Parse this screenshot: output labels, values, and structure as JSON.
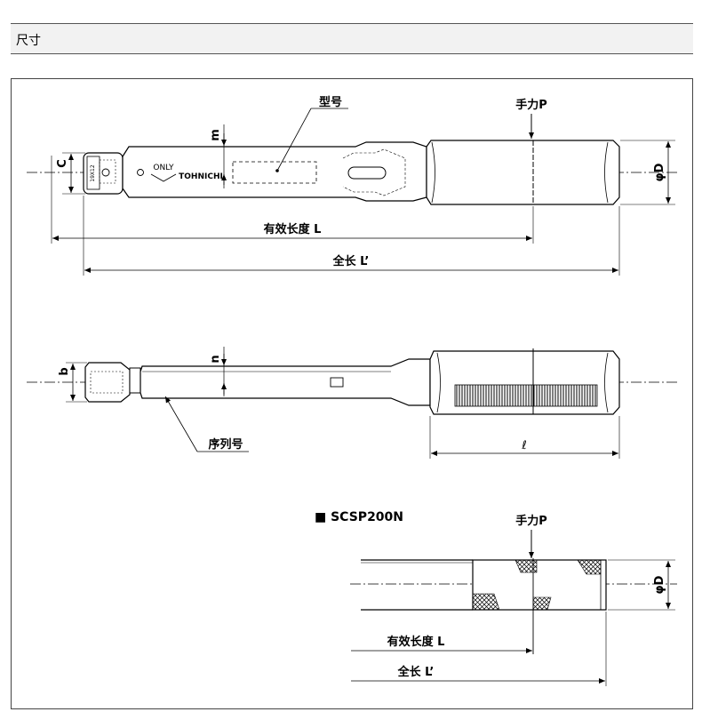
{
  "header": {
    "title": "尺寸"
  },
  "labels": {
    "model": "型号",
    "hand_force_p": "手力P",
    "dim_m": "m",
    "dim_c": "C",
    "dim_phi_d": "φD",
    "effective_length": "有效长度 L",
    "overall_length": "全长 L’",
    "dim_b": "b",
    "dim_n": "n",
    "serial_number": "序列号",
    "dim_l_small": "ℓ",
    "only_mark": "ONLY",
    "brand": "TOHNICHI",
    "head_size": "19X12",
    "scsp_title": "■ SCSP200N",
    "scsp_hand_force_p": "手力P",
    "scsp_phi_d": "φD",
    "scsp_effective_length": "有效长度 L",
    "scsp_overall_length": "全长 L’"
  }
}
